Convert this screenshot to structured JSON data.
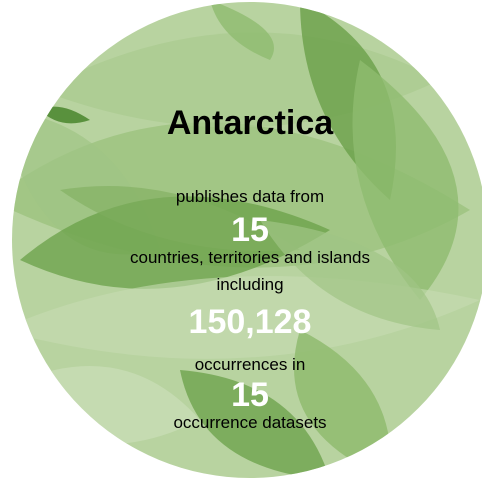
{
  "title": "Antarctica",
  "stats": {
    "line1": "publishes data from",
    "countries_count": "15",
    "line2": "countries, territories and islands",
    "line3": "including",
    "occurrences_count": "150,128",
    "line4": "occurrences in",
    "datasets_count": "15",
    "line5": "occurrence datasets"
  },
  "colors": {
    "light": "#c2d8ad",
    "medium": "#9fc484",
    "dark": "#7ead5e",
    "darker": "#6aa048"
  }
}
